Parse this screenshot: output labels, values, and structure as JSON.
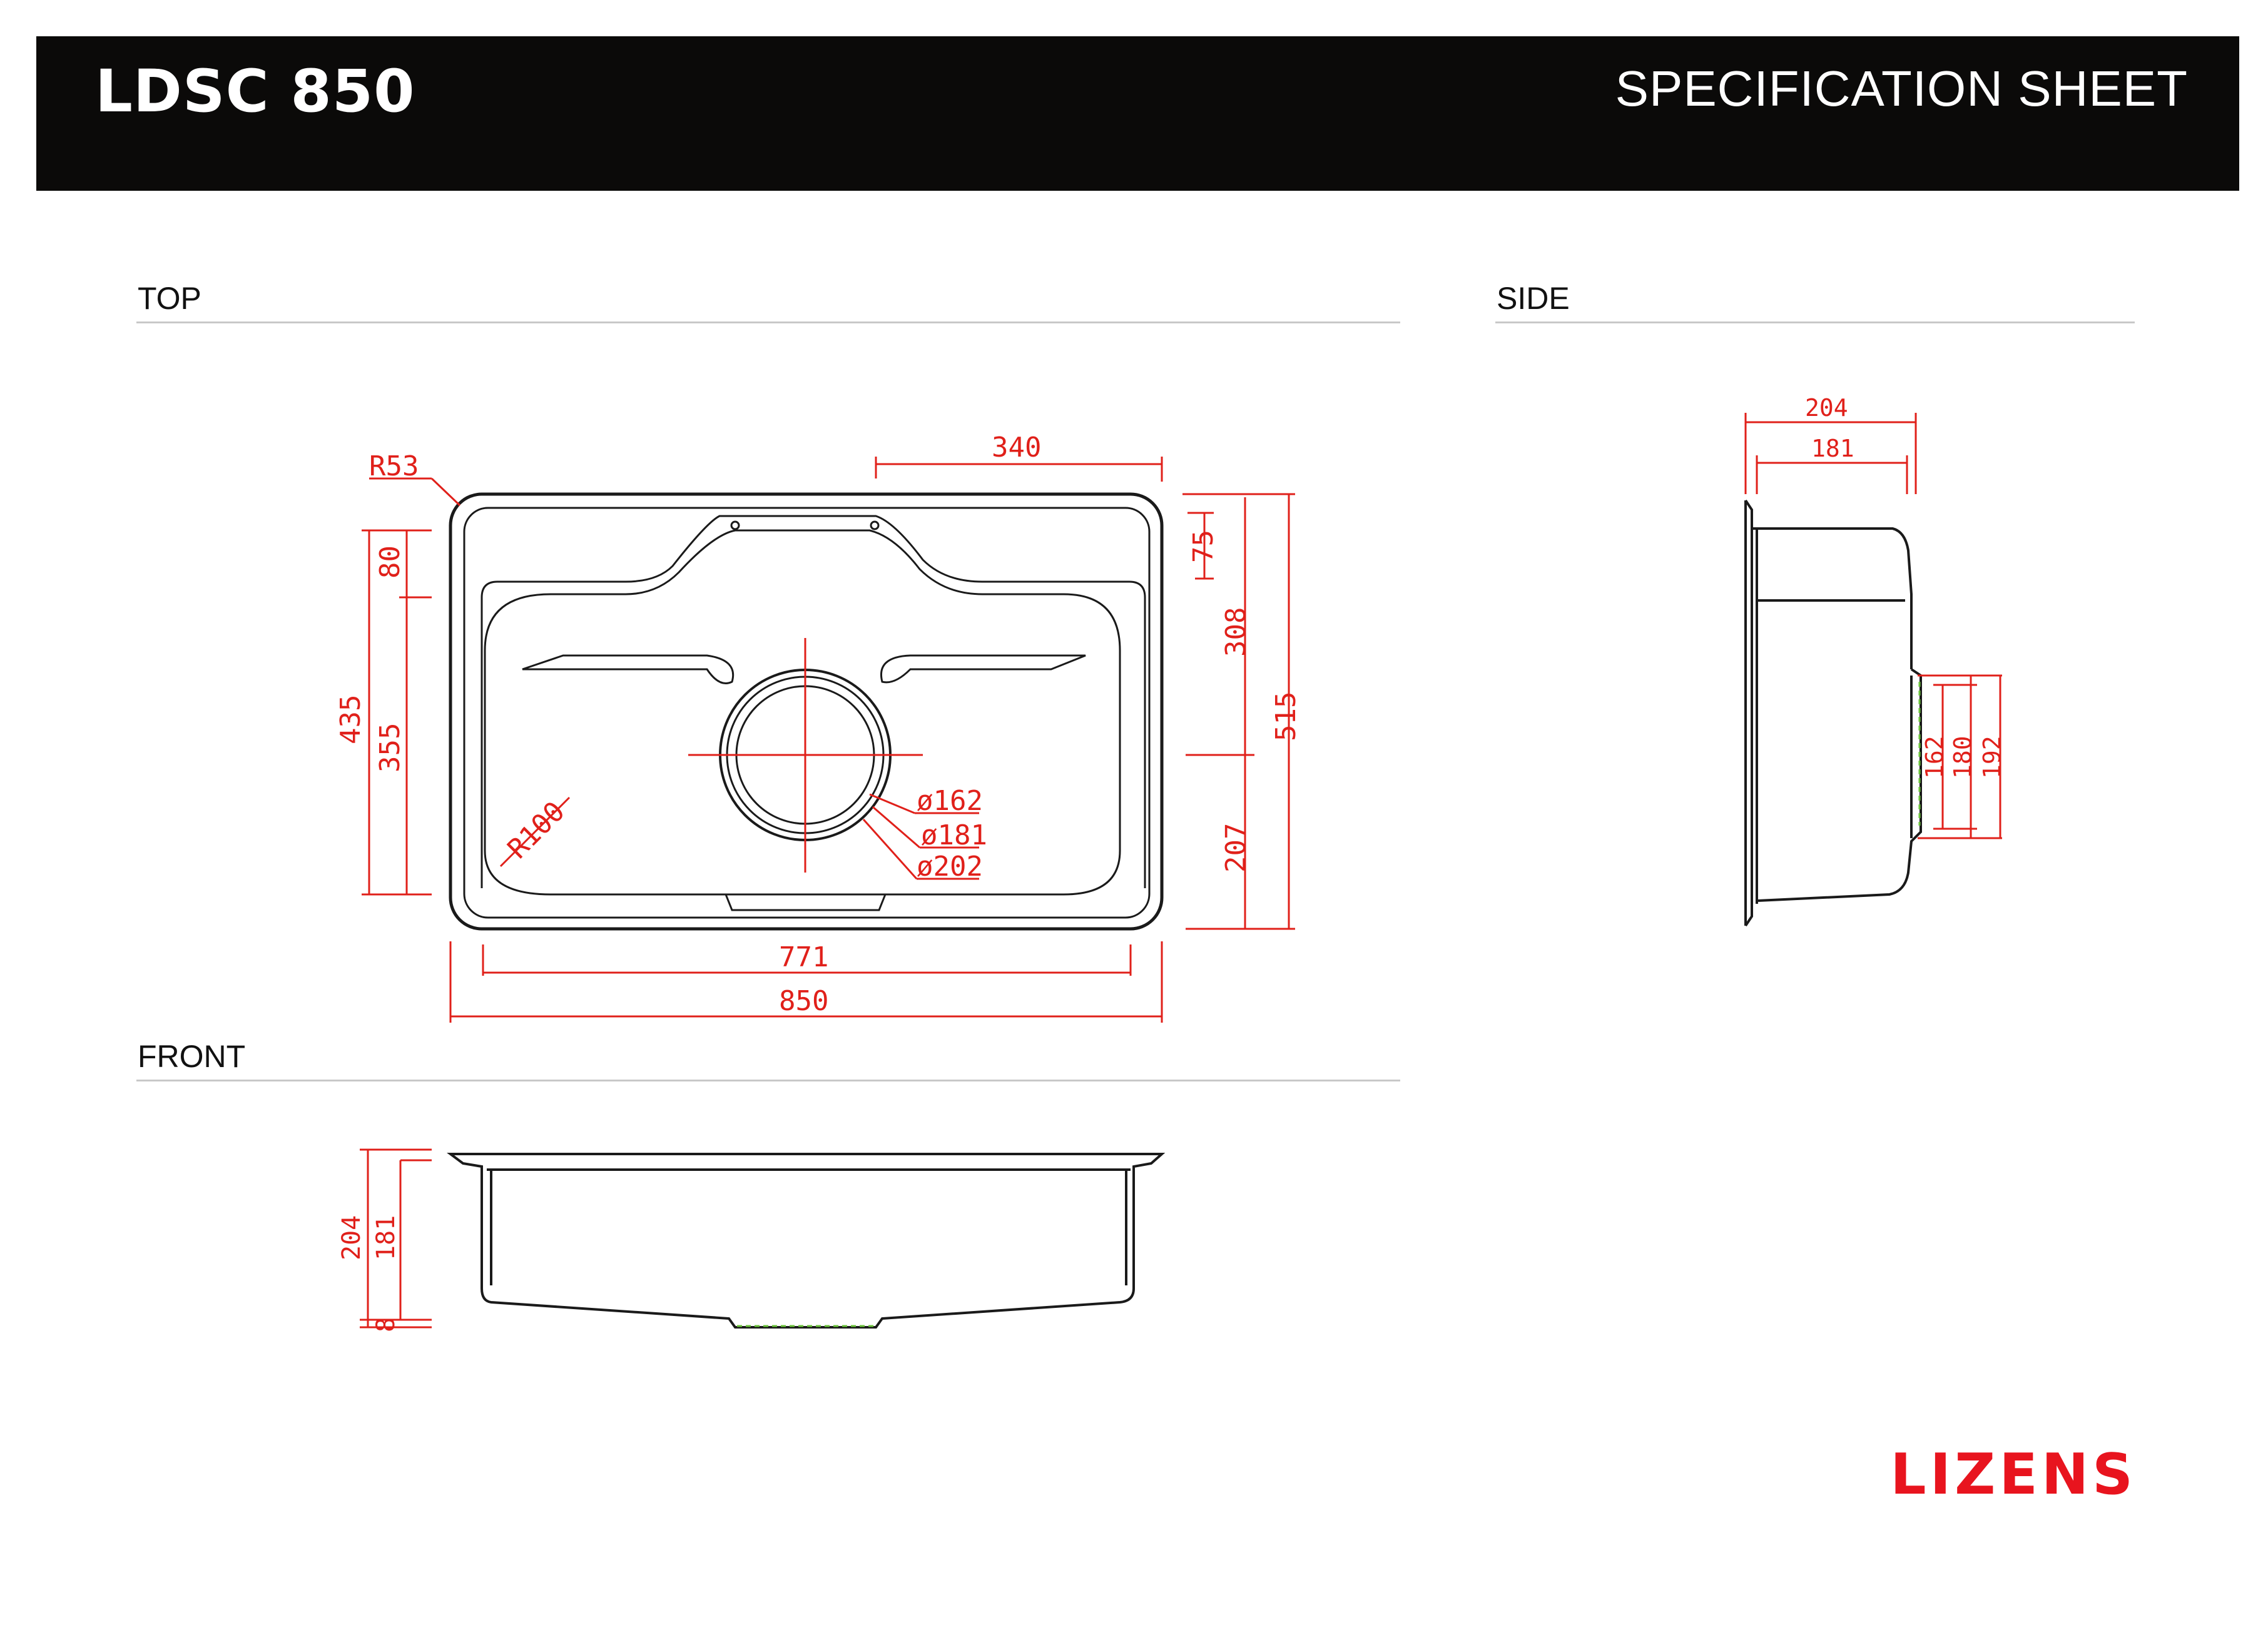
{
  "header": {
    "model": "LDSC 850",
    "doc_type": "SPECIFICATION SHEET"
  },
  "sections": {
    "top": "TOP",
    "side": "SIDE",
    "front": "FRONT"
  },
  "top_view": {
    "corner_radius": "R53",
    "bowl_radius": "R100",
    "width_340": "340",
    "depth_75": "75",
    "depth_308": "308",
    "depth_515": "515",
    "depth_207": "207",
    "depth_80": "80",
    "depth_435": "435",
    "depth_355": "355",
    "inner_width": "771",
    "outer_width": "850",
    "drain_162": "ø162",
    "drain_181": "ø181",
    "drain_202": "ø202"
  },
  "side_view": {
    "depth_204": "204",
    "depth_181": "181",
    "drain_162": "162",
    "drain_180": "180",
    "drain_192": "192"
  },
  "front_view": {
    "height_204": "204",
    "height_181": "181",
    "offset_8": "8"
  },
  "brand": {
    "logo_text": "LIZENS",
    "logo_color": "#e8141e"
  },
  "colors": {
    "header_bg": "#0b0a09",
    "dimension": "#e0201a",
    "outline": "#1a1a1a",
    "drain_hidden_line": "#6ac23a"
  }
}
